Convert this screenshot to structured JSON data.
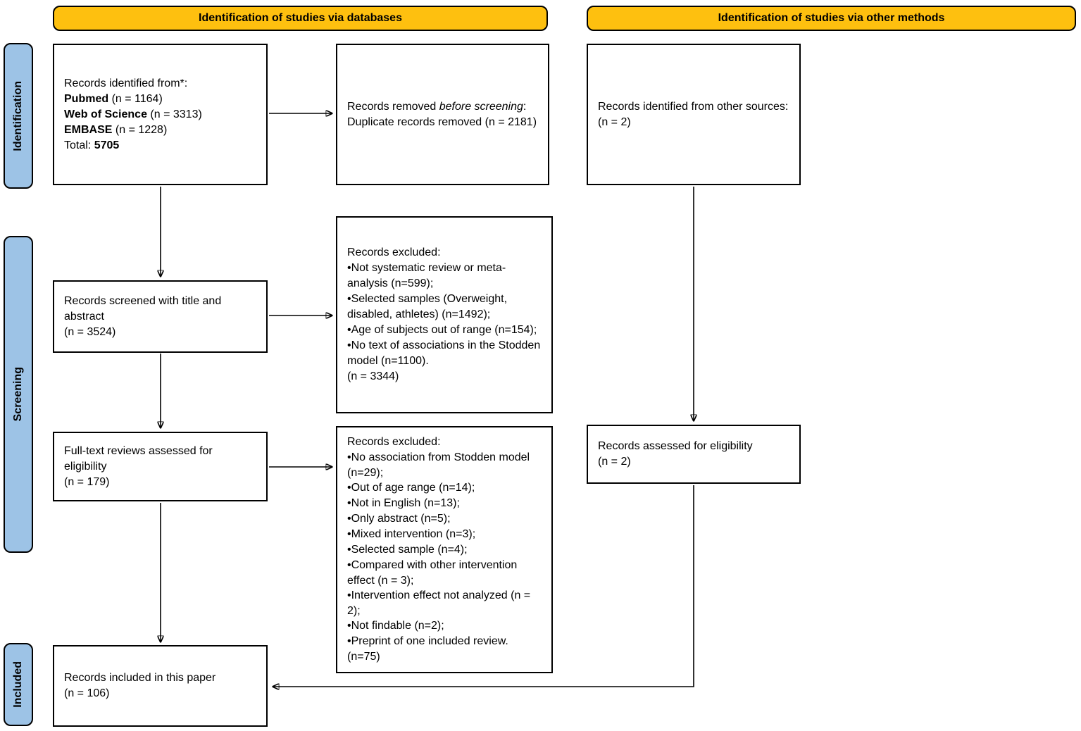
{
  "headers": {
    "databases": "Identification of studies via databases",
    "other": "Identification of studies via other methods"
  },
  "stages": {
    "identification": "Identification",
    "screening": "Screening",
    "included": "Included"
  },
  "colors": {
    "header_bg": "#FEC00F",
    "stage_bg": "#9DC3E6",
    "border": "#000000"
  },
  "boxes": {
    "identified": {
      "lines": [
        [
          {
            "t": "Records identified from*:"
          }
        ],
        [
          {
            "t": "Pubmed",
            "b": true
          },
          {
            "t": " (n = 1164)"
          }
        ],
        [
          {
            "t": "Web of Science",
            "b": true
          },
          {
            "t": " (n = 3313)"
          }
        ],
        [
          {
            "t": "EMBASE",
            "b": true
          },
          {
            "t": " (n = 1228)"
          }
        ],
        [
          {
            "t": "Total: "
          },
          {
            "t": "5705",
            "b": true
          }
        ]
      ]
    },
    "removed": {
      "lines": [
        [
          {
            "t": "Records removed "
          },
          {
            "t": "before screening",
            "i": true
          },
          {
            "t": ":"
          }
        ],
        [
          {
            "t": "Duplicate records removed (n = 2181)"
          }
        ]
      ]
    },
    "other_sources": {
      "lines": [
        [
          {
            "t": "Records identified from other sources:"
          }
        ],
        [
          {
            "t": "(n = 2)"
          }
        ]
      ]
    },
    "screened": {
      "lines": [
        [
          {
            "t": "Records screened with title and abstract"
          }
        ],
        [
          {
            "t": "(n = 3524)"
          }
        ]
      ]
    },
    "excluded_screening": {
      "lines": [
        [
          {
            "t": "Records excluded:"
          }
        ],
        [
          {
            "t": "•Not systematic review or meta-analysis (n=599);"
          }
        ],
        [
          {
            "t": "•Selected samples (Overweight, disabled, athletes) (n=1492);"
          }
        ],
        [
          {
            "t": "•Age of subjects out of range (n=154);"
          }
        ],
        [
          {
            "t": "•No text of associations in the Stodden model (n=1100)."
          }
        ],
        [
          {
            "t": "(n = 3344)"
          }
        ]
      ]
    },
    "fulltext": {
      "lines": [
        [
          {
            "t": "Full-text reviews assessed for eligibility"
          }
        ],
        [
          {
            "t": "(n = 179)"
          }
        ]
      ]
    },
    "excluded_fulltext": {
      "lines": [
        [
          {
            "t": "Records excluded:"
          }
        ],
        [
          {
            "t": "•No association from Stodden model (n=29);"
          }
        ],
        [
          {
            "t": "•Out of age range (n=14);"
          }
        ],
        [
          {
            "t": "•Not in English (n=13);"
          }
        ],
        [
          {
            "t": "•Only abstract (n=5);"
          }
        ],
        [
          {
            "t": "•Mixed intervention (n=3);"
          }
        ],
        [
          {
            "t": "•Selected sample (n=4);"
          }
        ],
        [
          {
            "t": "•Compared with other intervention effect (n = 3);"
          }
        ],
        [
          {
            "t": "•Intervention effect not analyzed (n = 2);"
          }
        ],
        [
          {
            "t": "•Not findable (n=2);"
          }
        ],
        [
          {
            "t": "•Preprint of one included review."
          }
        ],
        [
          {
            "t": "(n=75)"
          }
        ]
      ]
    },
    "assessed": {
      "lines": [
        [
          {
            "t": "Records assessed for eligibility"
          }
        ],
        [
          {
            "t": "(n = 2)"
          }
        ]
      ]
    },
    "included_paper": {
      "lines": [
        [
          {
            "t": "Records included in this paper"
          }
        ],
        [
          {
            "t": "(n = 106)"
          }
        ]
      ]
    }
  }
}
